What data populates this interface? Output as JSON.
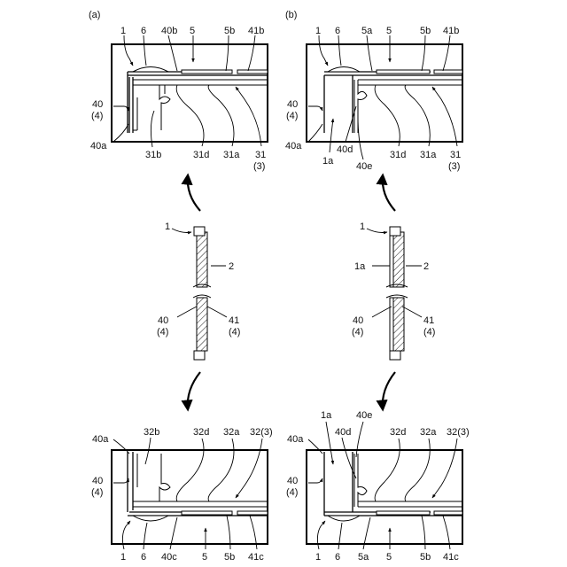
{
  "panels": {
    "a": {
      "label": "(a)",
      "top_labels": {
        "l1": "1",
        "l6": "6",
        "l40b": "40b",
        "l5": "5",
        "l5b": "5b",
        "l41b": "41b",
        "l40": "40",
        "l4": "(4)",
        "l40a": "40a",
        "l31b": "31b",
        "l31d": "31d",
        "l31a": "31a",
        "l31": "31",
        "l3": "(3)"
      },
      "center_labels": {
        "l1": "1",
        "l2": "2",
        "l40": "40",
        "l4a": "(4)",
        "l41": "41",
        "l4b": "(4)"
      },
      "bottom_labels": {
        "l40a": "40a",
        "l32b": "32b",
        "l32d": "32d",
        "l32a": "32a",
        "l32_3": "32(3)",
        "l40": "40",
        "l4": "(4)",
        "l1": "1",
        "l6": "6",
        "l40c": "40c",
        "l5": "5",
        "l5b": "5b",
        "l41c": "41c"
      }
    },
    "b": {
      "label": "(b)",
      "top_labels": {
        "l1": "1",
        "l6": "6",
        "l5a": "5a",
        "l5": "5",
        "l5b": "5b",
        "l41b": "41b",
        "l40": "40",
        "l4": "(4)",
        "l40a": "40a",
        "l1a": "1a",
        "l40d": "40d",
        "l40e": "40e",
        "l31d": "31d",
        "l31a": "31a",
        "l31": "31",
        "l3": "(3)"
      },
      "center_labels": {
        "l1": "1",
        "l1a": "1a",
        "l2": "2",
        "l40": "40",
        "l4a": "(4)",
        "l41": "41",
        "l4b": "(4)"
      },
      "bottom_labels": {
        "l1a": "1a",
        "l40e": "40e",
        "l40a": "40a",
        "l40d": "40d",
        "l32d": "32d",
        "l32a": "32a",
        "l32_3": "32(3)",
        "l40": "40",
        "l4": "(4)",
        "l1": "1",
        "l6": "6",
        "l5a": "5a",
        "l5": "5",
        "l5b": "5b",
        "l41c": "41c"
      }
    }
  }
}
